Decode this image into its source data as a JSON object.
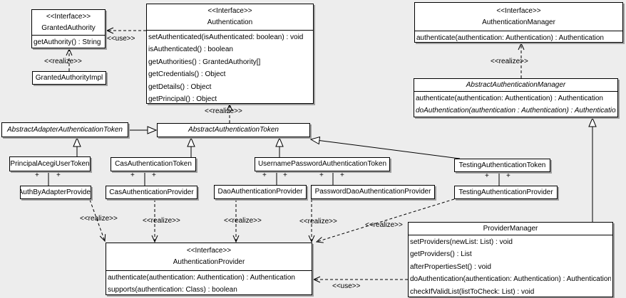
{
  "diagram": {
    "background": "#ededed",
    "box_fill": "#ffffff",
    "border_color": "#000000",
    "shadow_color": "#9f9f9f"
  },
  "stereotypes": {
    "realize": "<<realize>>",
    "use": "<<use>>",
    "plus": "+"
  },
  "nodes": {
    "granted_authority": {
      "stereotype": "<<Interface>>",
      "name": "GrantedAuthority",
      "methods": [
        "getAuthority() : String"
      ]
    },
    "granted_authority_impl": {
      "name": "GrantedAuthorityImpl"
    },
    "authentication": {
      "stereotype": "<<Interface>>",
      "name": "Authentication",
      "methods": [
        "setAuthenticated(isAuthenticated: boolean) : void",
        "isAuthenticated() : boolean",
        "getAuthorities() : GrantedAuthority[]",
        "getCredentials() : Object",
        "getDetails() : Object",
        "getPrincipal() : Object"
      ]
    },
    "authentication_manager": {
      "stereotype": "<<Interface>>",
      "name": "AuthenticationManager",
      "methods": [
        "authenticate(authentication: Authentication) : Authentication"
      ]
    },
    "abstract_authentication_manager": {
      "name": "AbstractAuthenticationManager",
      "methods": [
        "authenticate(authentication: Authentication) : Authentication",
        "doAuthentication(authentication : Authentication) : Authentication"
      ]
    },
    "abstract_adapter_authentication_token": {
      "name": "AbstractAdapterAuthenticationToken"
    },
    "abstract_authentication_token": {
      "name": "AbstractAuthenticationToken"
    },
    "principal_acegi_user_token": {
      "name": "PrincipalAcegiUserToken"
    },
    "cas_authentication_token": {
      "name": "CasAuthenticationToken"
    },
    "username_password_authentication_token": {
      "name": "UsernamePasswordAuthenticationToken"
    },
    "testing_authentication_token": {
      "name": "TestingAuthenticationToken"
    },
    "auth_by_adapter_provider": {
      "name": "AuthByAdapterProvider"
    },
    "cas_authentication_provider": {
      "name": "CasAuthenticationProvider"
    },
    "dao_authentication_provider": {
      "name": "DaoAuthenticationProvider"
    },
    "password_dao_authentication_provider": {
      "name": "PasswordDaoAuthenticationProvider"
    },
    "testing_authentication_provider": {
      "name": "TestingAuthenticationProvider"
    },
    "provider_manager": {
      "name": "ProviderManager",
      "methods": [
        "setProviders(newList: List) : void",
        "getProviders() : List",
        "afterPropertiesSet() : void",
        "doAuthentication(authentication: Authentication) : Authentication",
        "checkIfValidList(listToCheck: List) : void"
      ]
    },
    "authentication_provider": {
      "stereotype": "<<Interface>>",
      "name": "AuthenticationProvider",
      "methods": [
        "authenticate(authentication: Authentication) : Authentication",
        "supports(authentication: Class) : boolean"
      ]
    }
  }
}
